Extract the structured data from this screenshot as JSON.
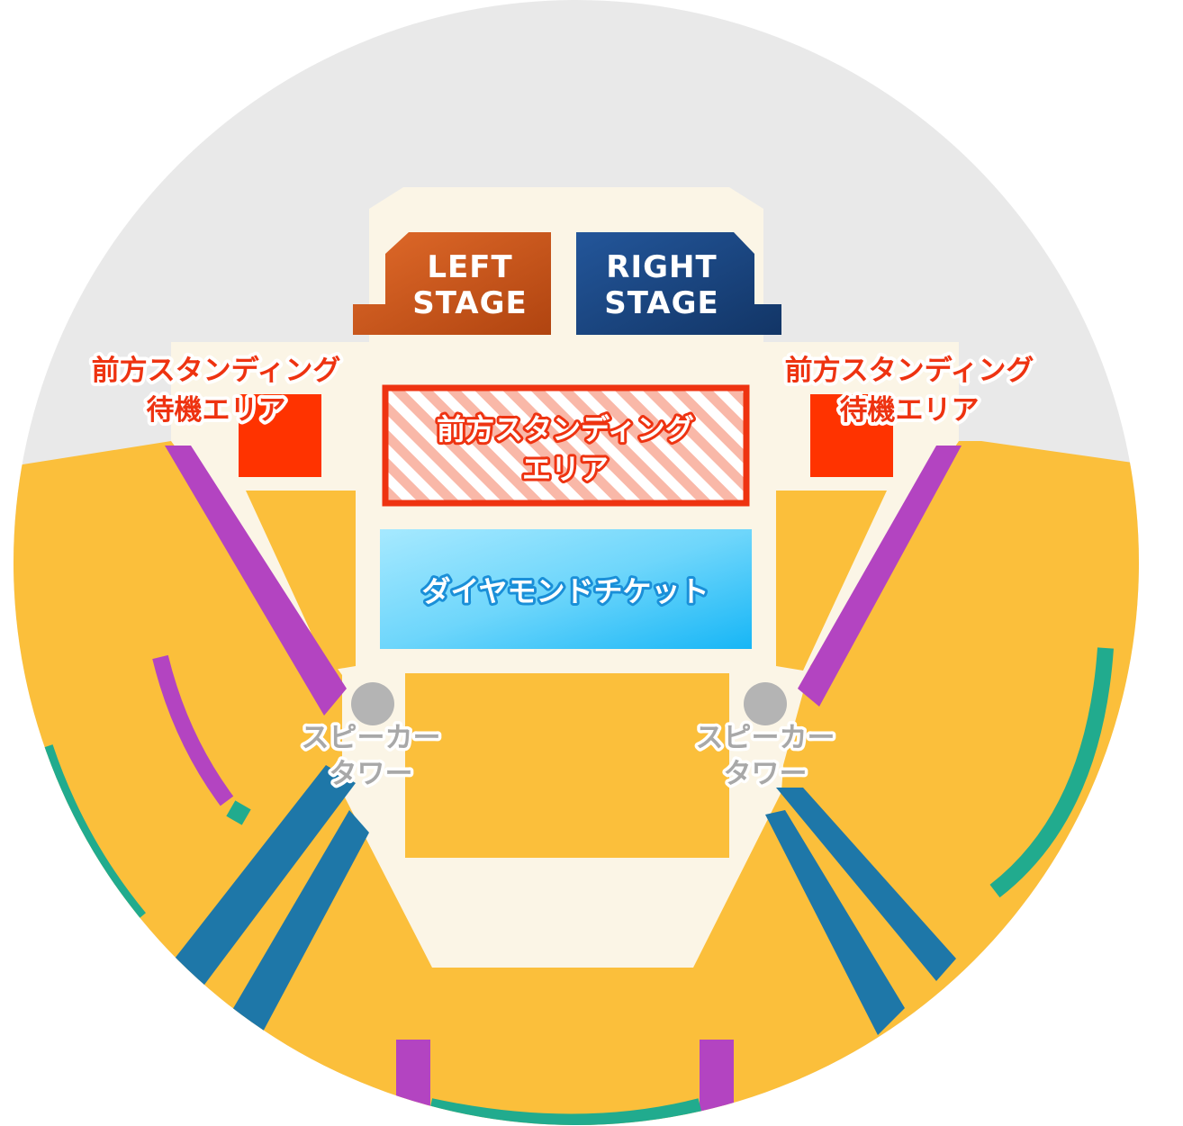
{
  "colors": {
    "background": "#e9e9e9",
    "seating": "#fbbf3b",
    "floor": "#fbf5e6",
    "left_stage": "#cc5522",
    "right_stage": "#1d4a86",
    "standing_area": "#ff3300",
    "diamond_ticket": "#5cd0fa",
    "aisle_purple": "#b344c1",
    "aisle_blue": "#1e77a8",
    "aisle_green": "#21ab8e",
    "speaker": "#b4b4b4"
  },
  "stages": {
    "left": {
      "line1": "LEFT",
      "line2": "STAGE"
    },
    "right": {
      "line1": "RIGHT",
      "line2": "STAGE"
    }
  },
  "areas": {
    "waiting_left": {
      "line1": "前方スタンディング",
      "line2": "待機エリア"
    },
    "waiting_right": {
      "line1": "前方スタンディング",
      "line2": "待機エリア"
    },
    "front_standing": {
      "line1": "前方スタンディング",
      "line2": "エリア"
    },
    "diamond": {
      "label": "ダイヤモンドチケット"
    }
  },
  "speakers": {
    "left": {
      "line1": "スピーカー",
      "line2": "タワー"
    },
    "right": {
      "line1": "スピーカー",
      "line2": "タワー"
    }
  }
}
